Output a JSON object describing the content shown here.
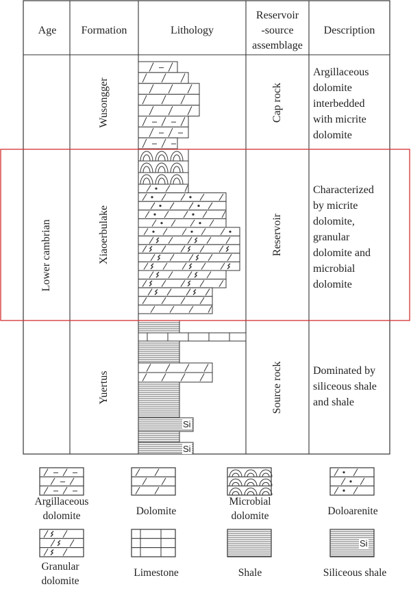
{
  "colors": {
    "line": "#333333",
    "highlight": "#d32f2f",
    "text": "#222222",
    "background": "#ffffff"
  },
  "headers": {
    "age": "Age",
    "formation": "Formation",
    "lithology": "Lithology",
    "assemblage": [
      "Reservoir",
      "-source",
      "assemblage"
    ],
    "description": "Description"
  },
  "age": "Lower cambrian",
  "formations": [
    {
      "name": "Wusongger",
      "assemblage": "Cap rock",
      "description": [
        "Argillaceous",
        "dolomite",
        "interbedded",
        "with micrite",
        "dolomite"
      ]
    },
    {
      "name": "Xiaoerbulake",
      "assemblage": "Reservoir",
      "description": [
        "Characterized",
        "by micrite",
        "dolomite,",
        "granular",
        "dolomite and",
        "microbial",
        "dolomite"
      ]
    },
    {
      "name": "Yuertus",
      "assemblage": "Source rock",
      "description": [
        "Dominated by",
        "siliceous shale",
        "and shale"
      ]
    }
  ],
  "si_label": "Si",
  "legend": [
    {
      "id": "argillaceous-dolomite",
      "label": [
        "Argillaceous",
        "dolomite"
      ]
    },
    {
      "id": "dolomite",
      "label": [
        "Dolomite"
      ]
    },
    {
      "id": "microbial-dolomite",
      "label": [
        "Microbial",
        "dolomite"
      ]
    },
    {
      "id": "doloarenite",
      "label": [
        "Doloarenite"
      ]
    },
    {
      "id": "granular-dolomite",
      "label": [
        "Granular",
        "dolomite"
      ]
    },
    {
      "id": "limestone",
      "label": [
        "Limestone"
      ]
    },
    {
      "id": "shale",
      "label": [
        "Shale"
      ]
    },
    {
      "id": "siliceous-shale",
      "label": [
        "Siliceous shale"
      ]
    }
  ]
}
